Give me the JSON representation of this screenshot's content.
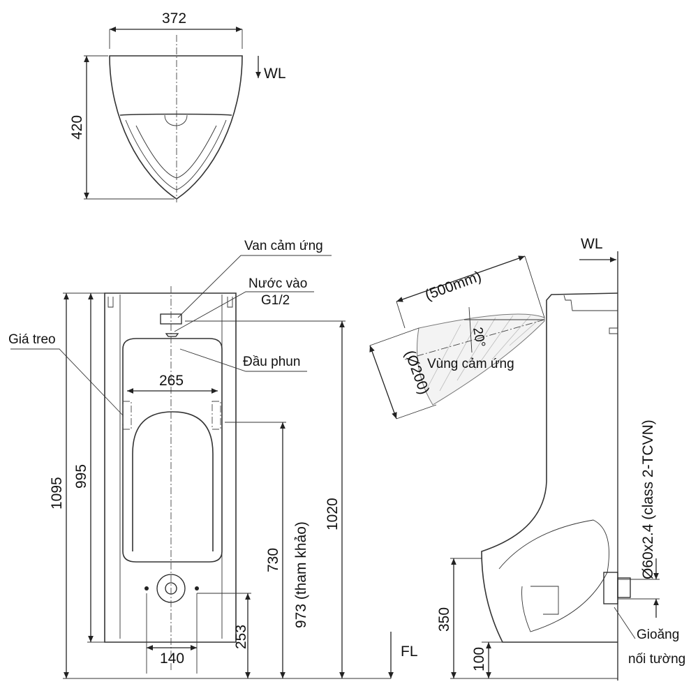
{
  "top_view": {
    "width_dim": "372",
    "depth_dim": "420",
    "wl_label": "WL"
  },
  "front_view": {
    "labels": {
      "valve": "Van cảm ứng",
      "water_inlet": "Nước vào",
      "inlet_size": "G1/2",
      "spray_head": "Đầu phun",
      "hanger": "Giá treo"
    },
    "dims": {
      "inner_width": "265",
      "total_height": "1095",
      "body_height": "995",
      "ref_height": "973 (tham khảo)",
      "height_730": "730",
      "inlet_height": "1020",
      "outlet_height": "253",
      "outlet_width": "140"
    },
    "fl_label": "FL"
  },
  "side_view": {
    "wl_label": "WL",
    "sensor_range": "(500mm)",
    "sensor_diameter": "(Ø200)",
    "sensor_angle": "20°",
    "sensor_zone": "Vùng cảm ứng",
    "pipe_spec": "Ø60x2.4 (class 2-TCVN)",
    "gasket_line1": "Gioăng",
    "gasket_line2": "nối tường",
    "dims": {
      "height_350": "350",
      "height_100": "100"
    }
  }
}
